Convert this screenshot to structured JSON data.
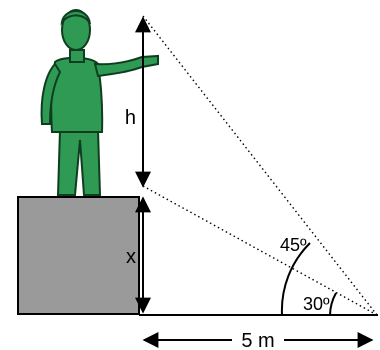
{
  "figure": {
    "height_label": "h",
    "pedestal_label": "x",
    "distance_label": "5 m",
    "angle_large": "45º",
    "angle_small": "30º",
    "colors": {
      "statue": "#2e9a54",
      "statue_outline": "#0f3d1f",
      "pedestal": "#9a9a9a",
      "lines": "#000000"
    }
  }
}
